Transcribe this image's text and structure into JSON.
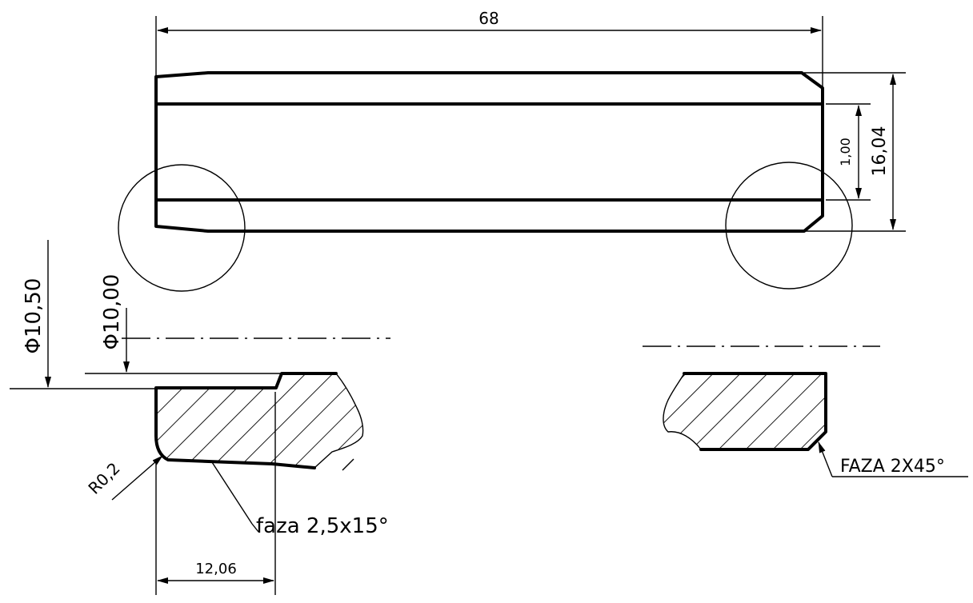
{
  "labels": {
    "overall_length": "68",
    "outer_height": "16,04",
    "wall": "1,00",
    "dia_large": "Φ10,50",
    "dia_small": "Φ10,00",
    "radius": "R0,2",
    "chamfer_left": "faza 2,5x15°",
    "chamfer_right": "FAZA 2X45°",
    "detail_length": "12,06"
  }
}
